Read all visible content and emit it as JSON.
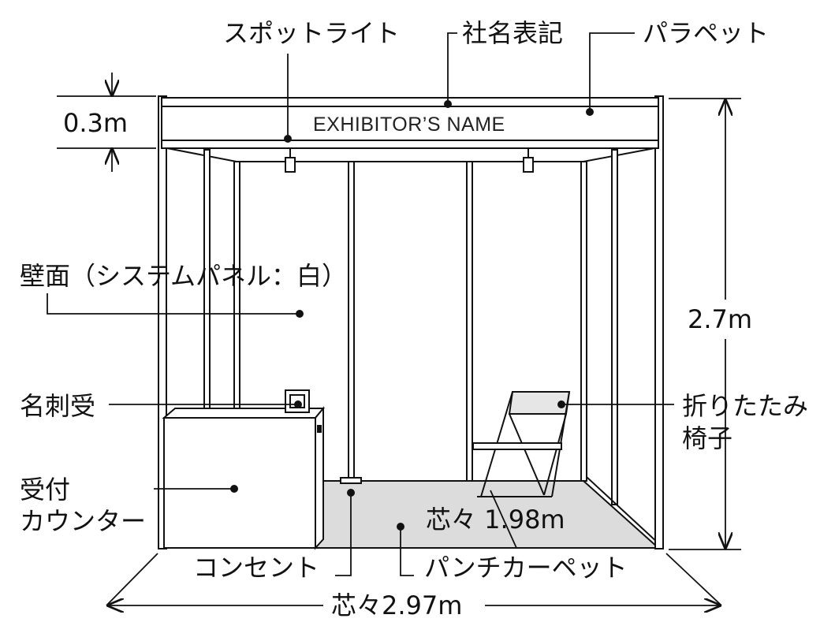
{
  "fascia_text": "EXHIBITOR’S NAME",
  "labels": {
    "spotlight": "スポットライト",
    "company_name": "社名表記",
    "parapet": "パラペット",
    "parapet_height": "0.3m",
    "wall": "壁面（システムパネル：白）",
    "height": "2.7m",
    "card_holder": "名刺受",
    "chair_line1": "折りたたみ",
    "chair_line2": "椅子",
    "counter_line1": "受付",
    "counter_line2": "カウンター",
    "depth": "芯々 1.98m",
    "outlet": "コンセント",
    "carpet": "パンチカーペット",
    "width": "芯々2.97m"
  },
  "colors": {
    "line": "#111111",
    "carpet": "#dcdcdc",
    "chair_back": "#e6e6e6"
  }
}
